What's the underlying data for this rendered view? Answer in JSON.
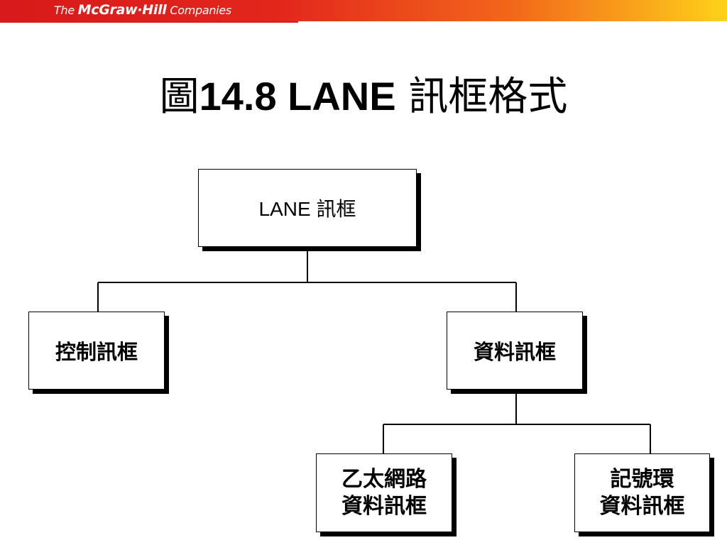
{
  "header": {
    "brand_prefix": "The",
    "brand_name": "McGraw·Hill",
    "brand_suffix": "Companies"
  },
  "slide": {
    "title_prefix": "圖",
    "title_main": "14.8  LANE",
    "title_suffix": "訊框格式"
  },
  "diagram": {
    "root": "LANE 訊框",
    "control": "控制訊框",
    "data": "資料訊框",
    "ethernet_line1": "乙太網路",
    "ethernet_line2": "資料訊框",
    "token_ring_line1": "記號環",
    "token_ring_line2": "資料訊框"
  },
  "colors": {
    "banner_start": "#d71a1a",
    "banner_end": "#ffd21a",
    "box_border": "#000000",
    "box_fill": "#ffffff"
  }
}
